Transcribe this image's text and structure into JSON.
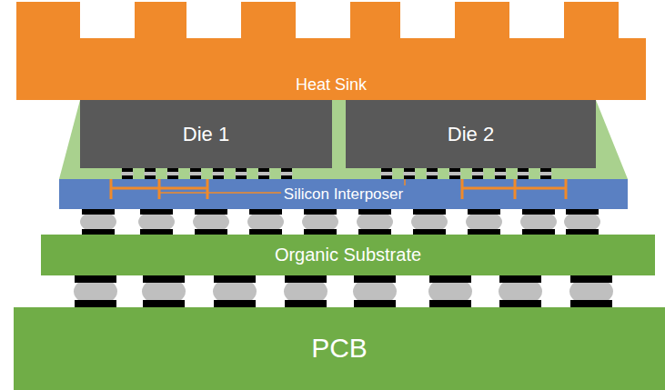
{
  "diagram": {
    "nodes": [
      {
        "text": [
          "Heat Sink"
        ]
      },
      {
        "text": [
          "Die 1"
        ]
      },
      {
        "text": [
          "Die 2"
        ]
      },
      {
        "text": [
          "Silicon Interposer"
        ]
      },
      {
        "text": [
          "Organic Substrate"
        ]
      },
      {
        "text": [
          "PCB"
        ]
      }
    ]
  }
}
